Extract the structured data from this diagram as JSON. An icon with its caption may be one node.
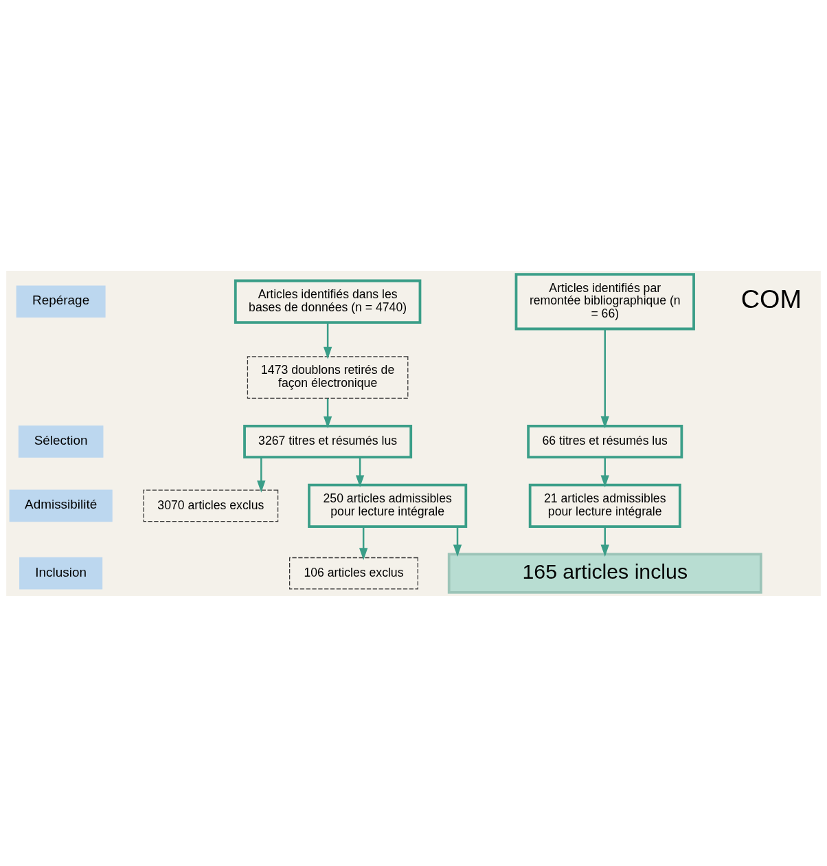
{
  "diagram": {
    "nodes": [
      {
        "text": [
          "Repérage"
        ]
      },
      {
        "text": [
          "Sélection"
        ]
      },
      {
        "text": [
          "Admissibilité"
        ]
      },
      {
        "text": [
          "Inclusion"
        ]
      },
      {
        "text": [
          "Articles identifiés dans les bases de données (n = 4740)"
        ]
      },
      {
        "text": [
          "Articles identifiés par remontée bibliographique (n = 66)"
        ]
      },
      {
        "text": [
          "1473 doublons retirés de façon électronique"
        ]
      },
      {
        "text": [
          "3267 titres et résumés lus"
        ]
      },
      {
        "text": [
          "66 titres et résumés lus"
        ]
      },
      {
        "text": [
          "3070 articles exclus"
        ]
      },
      {
        "text": [
          "250 articles admissibles pour lecture intégrale"
        ]
      },
      {
        "text": [
          "21 articles admissibles pour lecture intégrale"
        ]
      },
      {
        "text": [
          "106 articles exclus"
        ]
      },
      {
        "text": [
          "165 articles inclus"
        ]
      }
    ],
    "edges": [
      {
        "from": 4,
        "to": 6,
        "arrow": "to"
      },
      {
        "from": 6,
        "to": 7,
        "arrow": "to"
      },
      {
        "from": 5,
        "to": 8,
        "arrow": "to"
      },
      {
        "from": 7,
        "to": 10,
        "arrow": "to"
      },
      {
        "from": 7,
        "to": 9,
        "arrow": "to"
      },
      {
        "from": 8,
        "to": 11,
        "arrow": "to"
      },
      {
        "from": 10,
        "to": 13,
        "arrow": "to"
      },
      {
        "from": 10,
        "to": 12,
        "arrow": "to"
      },
      {
        "from": 11,
        "to": 13,
        "arrow": "to"
      }
    ],
    "labels": [
      "COM"
    ]
  }
}
